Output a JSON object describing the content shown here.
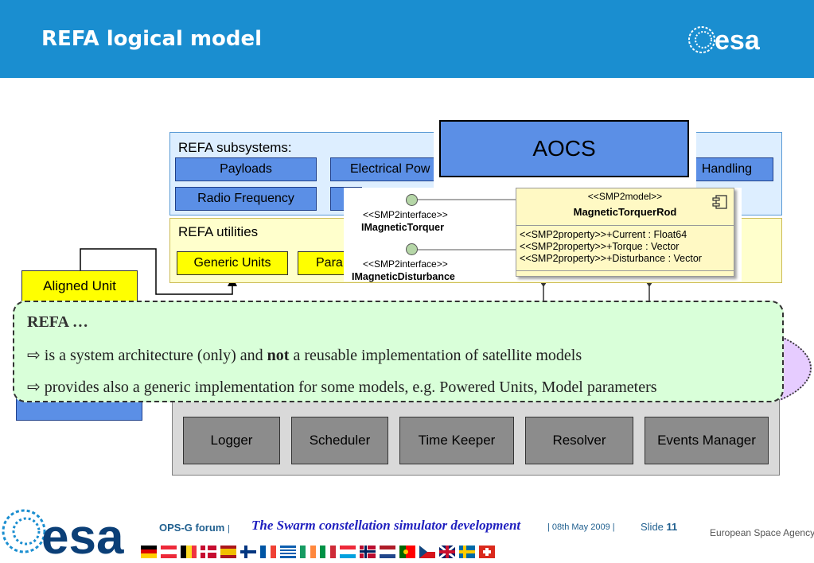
{
  "header": {
    "title": "REFA logical model",
    "logo_text": "esa",
    "background": "#1a8ed0"
  },
  "subsystems": {
    "title": "REFA subsystems:",
    "items": [
      "Payloads",
      "Electrical Pow",
      "Handling",
      "Radio Frequency"
    ]
  },
  "utilities": {
    "title": "REFA utilities",
    "items": [
      "Generic Units",
      "Para"
    ]
  },
  "aligned_unit": "Aligned Unit",
  "aocs": "AOCS",
  "uml": {
    "interfaces": [
      {
        "stereotype": "<<SMP2interface>>",
        "name": "IMagneticTorquer"
      },
      {
        "stereotype": "<<SMP2interface>>",
        "name": "IMagneticDisturbance"
      }
    ],
    "model": {
      "stereotype": "<<SMP2model>>",
      "name": "MagneticTorquerRod",
      "properties": [
        "<<SMP2property>>+Current : Float64",
        "<<SMP2property>>+Torque : Vector",
        "<<SMP2property>>+Disturbance : Vector"
      ]
    }
  },
  "refa_note": {
    "title": "REFA …",
    "bullet_icon": "hollow-right-arrow-icon",
    "line1_pre": "is a system architecture (only) and ",
    "line1_bold": "not",
    "line1_post": " a reusable implementation of satellite models",
    "line2": "provides also a generic implementation for some models, e.g. Powered Units, Model parameters"
  },
  "infrastructure": {
    "items": [
      "Logger",
      "Scheduler",
      "Time Keeper",
      "Resolver",
      "Events Manager"
    ]
  },
  "footer": {
    "logo_text": "esa",
    "forum": "OPS-G forum",
    "separator": "|",
    "title": "The Swarm constellation simulator development",
    "date": "| 08th May 2009 |",
    "slide_label": "Slide",
    "slide_number": "11",
    "agency": "European Space Agency"
  },
  "colors": {
    "blue_box": "#5b8fe6",
    "yellow_box": "#ffff00",
    "green_note": "#d9ffd9",
    "gray_box": "#8c8c8c",
    "lavender": "#e6ccff"
  }
}
